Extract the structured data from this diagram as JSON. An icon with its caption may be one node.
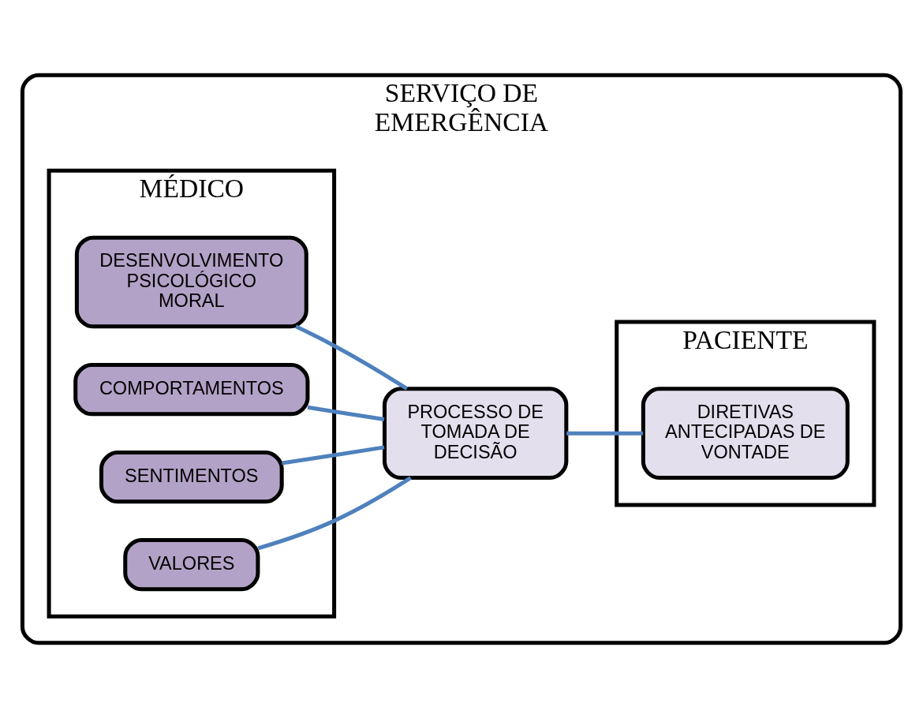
{
  "diagram": {
    "nodes": [
      {
        "text": [
          "SERVIÇO DE EMERGÊNCIA"
        ]
      },
      {
        "text": [
          "MÉDICO"
        ],
        "in": 0
      },
      {
        "text": [
          "PACIENTE"
        ],
        "in": 0
      },
      {
        "text": [
          "DESENVOLVIMENTO PSICOLÓGICO MORAL"
        ],
        "in": 1
      },
      {
        "text": [
          "COMPORTAMENTOS"
        ],
        "in": 1
      },
      {
        "text": [
          "SENTIMENTOS"
        ],
        "in": 1
      },
      {
        "text": [
          "VALORES"
        ],
        "in": 1
      },
      {
        "text": [
          "PROCESSO DE TOMADA DE DECISÃO"
        ],
        "in": 0
      },
      {
        "text": [
          "DIRETIVAS ANTECIPADAS DE VONTADE"
        ],
        "in": 2
      }
    ],
    "edges": [
      {
        "from": 3,
        "to": 7,
        "arrow": "none"
      },
      {
        "from": 4,
        "to": 7,
        "arrow": "none"
      },
      {
        "from": 5,
        "to": 7,
        "arrow": "none"
      },
      {
        "from": 6,
        "to": 7,
        "arrow": "none"
      },
      {
        "from": 7,
        "to": 8,
        "arrow": "none"
      }
    ]
  }
}
